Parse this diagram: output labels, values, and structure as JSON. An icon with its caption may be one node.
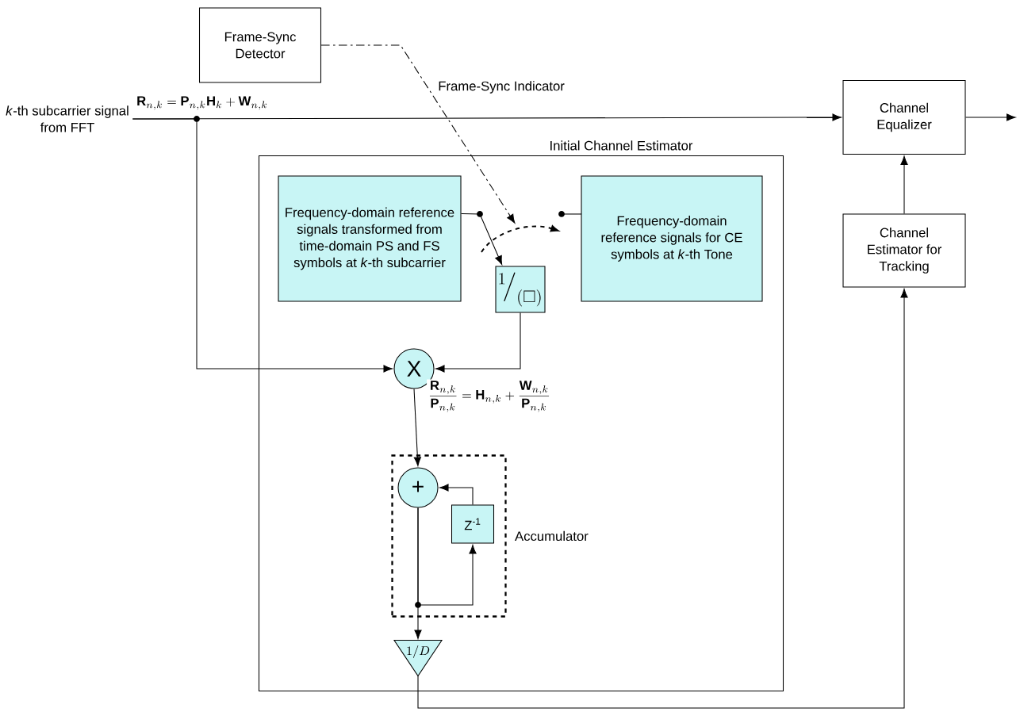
{
  "diagram": {
    "nodes": [
      {
        "text": [
          "Frame-Sync Detector"
        ]
      },
      {
        "text": [
          "*k*-th subcarrier signal from FFT"
        ]
      },
      {
        "text": [
          "Channel Equalizer"
        ]
      },
      {
        "text": [
          "Channel Estimator for Tracking"
        ]
      },
      {
        "text": [
          "Initial Channel Estimator"
        ]
      },
      {
        "text": [
          "Frequency-domain reference signals transformed from time-domain PS and FS symbols at *k*-th subcarrier"
        ],
        "in": 4
      },
      {
        "text": [
          "Frequency-domain reference signals for CE symbols at *k*-th Tone"
        ],
        "in": 4
      },
      {
        "text": [
          "{}^{1}\\!\\big/_{(\\square)}"
        ],
        "in": 4
      },
      {
        "text": [
          "X"
        ],
        "in": 4
      },
      {
        "text": [
          "Accumulator"
        ],
        "in": 4
      },
      {
        "text": [
          "+"
        ],
        "in": 9
      },
      {
        "text": [
          "Z$^{-1}$"
        ],
        "in": 9
      },
      {
        "text": [
          "1/D"
        ],
        "in": 4
      }
    ],
    "edges": [
      {
        "from": 1,
        "to": 2,
        "arrow": "to",
        "label": "\\mathbf{R}_{n,k} = \\mathbf{P}_{n,k}\\mathbf{H}_k + \\mathbf{W}_{n,k}"
      },
      {
        "from": 1,
        "to": 8,
        "arrow": "to"
      },
      {
        "from": 0,
        "to": null,
        "arrow": "to",
        "style": "dashed",
        "label": "Frame-Sync Indicator"
      },
      {
        "from": 5,
        "to": 7,
        "arrow": "to"
      },
      {
        "from": 7,
        "to": 8,
        "arrow": "to"
      },
      {
        "from": 8,
        "to": 10,
        "arrow": "to",
        "label": "\\frac{\\mathbf{R}_{n,k}}{\\mathbf{P}_{n,k}} = \\mathbf{H}_{n,k} + \\frac{\\mathbf{W}_{n,k}}{\\mathbf{P}_{n,k}}"
      },
      {
        "from": 10,
        "to": 12,
        "arrow": "to"
      },
      {
        "from": 10,
        "to": 11,
        "arrow": "to"
      },
      {
        "from": 11,
        "to": 10,
        "arrow": "to"
      },
      {
        "from": 12,
        "to": 3,
        "arrow": "to"
      },
      {
        "from": 3,
        "to": 2,
        "arrow": "to"
      },
      {
        "from": 2,
        "to": null,
        "arrow": "to"
      }
    ]
  }
}
